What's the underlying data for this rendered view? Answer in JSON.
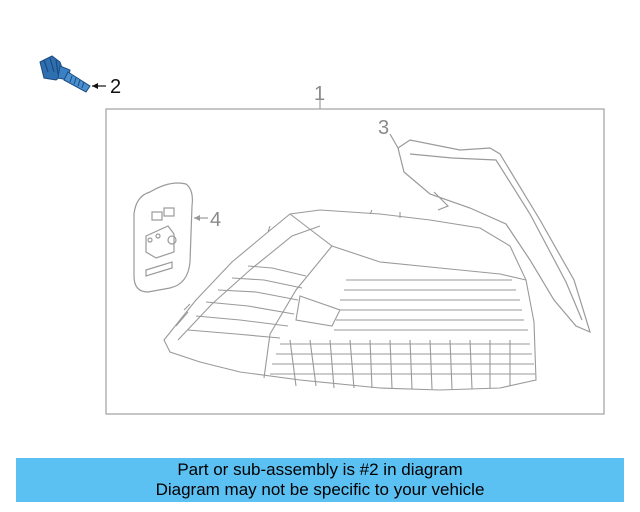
{
  "callouts": {
    "c1": "1",
    "c2": "2",
    "c3": "3",
    "c4": "4"
  },
  "caption": {
    "line1": "Part or sub-assembly is #2 in diagram",
    "line2": "Diagram may not be specific to your vehicle"
  },
  "colors": {
    "highlight_part": "#2e6fb0",
    "caption_bg": "#5bc0f2",
    "line_art": "#9a9a9a"
  }
}
